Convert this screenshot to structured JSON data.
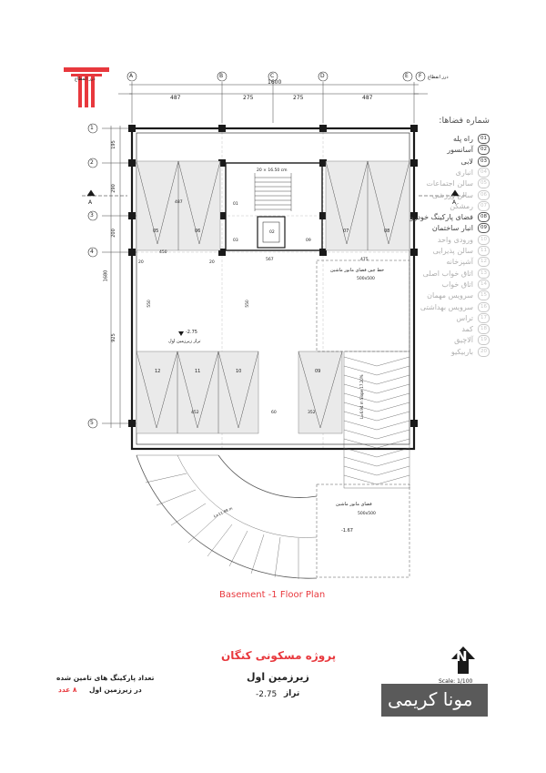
{
  "plan": {
    "subtitle_en": "Basement -1 Floor Plan",
    "scale": "Scale: 1/100",
    "north": "N",
    "total_width": "1600",
    "top_dims": [
      "487",
      "275",
      "275",
      "487"
    ],
    "side_dims": [
      "195",
      "290",
      "200",
      "925"
    ],
    "side_total": "1680",
    "axes_top": [
      "A",
      "B",
      "C",
      "D",
      "E",
      "F"
    ],
    "axes_side": [
      "1",
      "2",
      "3",
      "4",
      "5"
    ],
    "edge_left": "درز انقطاع",
    "edge_right": "درز انقطاع",
    "section_mark": "A",
    "level_label": "تراز زیرزمین اول",
    "level_value": "-2.75",
    "ramp_level": "-1.67",
    "stair_note": "20 × 16.50 cm",
    "maneuver_1_title": "خط چین فضای مانور ماشین",
    "maneuver_1_size": "500x500",
    "maneuver_2_title": "فضای مانور ماشین",
    "maneuver_2_size": "500x500",
    "ramp_note": "L=6.94 m Slope 17.20%",
    "curve_note": "L=11.88 m",
    "room_codes": [
      "01",
      "02",
      "03",
      "09"
    ],
    "parking_top": [
      "05",
      "06",
      "07",
      "08"
    ],
    "parking_bottom": [
      "12",
      "11",
      "10",
      "09"
    ],
    "inner_dims": [
      "487",
      "475",
      "567",
      "550",
      "550",
      "452",
      "60",
      "352",
      "450",
      "20",
      "20"
    ]
  },
  "legend": {
    "title": "شماره فضاها:",
    "items": [
      {
        "num": "01",
        "label": "راه پله",
        "active": true
      },
      {
        "num": "02",
        "label": "آسانسور",
        "active": true
      },
      {
        "num": "03",
        "label": "لابی",
        "active": true
      },
      {
        "num": "04",
        "label": "انباری",
        "active": false
      },
      {
        "num": "05",
        "label": "سالن اجتماعات",
        "active": false
      },
      {
        "num": "06",
        "label": "سالن ورزشی",
        "active": false
      },
      {
        "num": "07",
        "label": "رمشکن",
        "active": false
      },
      {
        "num": "08",
        "label": "فضای پارکینگ خودرو",
        "active": true
      },
      {
        "num": "09",
        "label": "انبار ساختمان",
        "active": true
      },
      {
        "num": "10",
        "label": "ورودی واحد",
        "active": false
      },
      {
        "num": "11",
        "label": "سالن پذیرایی",
        "active": false
      },
      {
        "num": "12",
        "label": "آشپزخانه",
        "active": false
      },
      {
        "num": "13",
        "label": "اتاق خواب اصلی",
        "active": false
      },
      {
        "num": "14",
        "label": "اتاق خواب",
        "active": false
      },
      {
        "num": "15",
        "label": "سرویس مهمان",
        "active": false
      },
      {
        "num": "16",
        "label": "سرویس بهداشتی",
        "active": false
      },
      {
        "num": "17",
        "label": "تراس",
        "active": false
      },
      {
        "num": "18",
        "label": "کمد",
        "active": false
      },
      {
        "num": "19",
        "label": "آلاچیق",
        "active": false
      },
      {
        "num": "20",
        "label": "باربیکیو",
        "active": false
      }
    ]
  },
  "footer": {
    "project_title": "پروژه مسکونی کنگان",
    "floor_name": "زیرزمین اول",
    "level_text": "تراز",
    "level_value": "-2.75",
    "parking_note_line1": "تعداد پارکینگ های تامین شده",
    "parking_note_line2": "در زیرزمین اول",
    "parking_count": "۸ عدد",
    "author": "مونا کریمی"
  },
  "colors": {
    "accent": "#e8383d",
    "wall": "#1a1a1a",
    "parking_fill": "#eaeaea",
    "author_bg": "#5a5a5a"
  }
}
